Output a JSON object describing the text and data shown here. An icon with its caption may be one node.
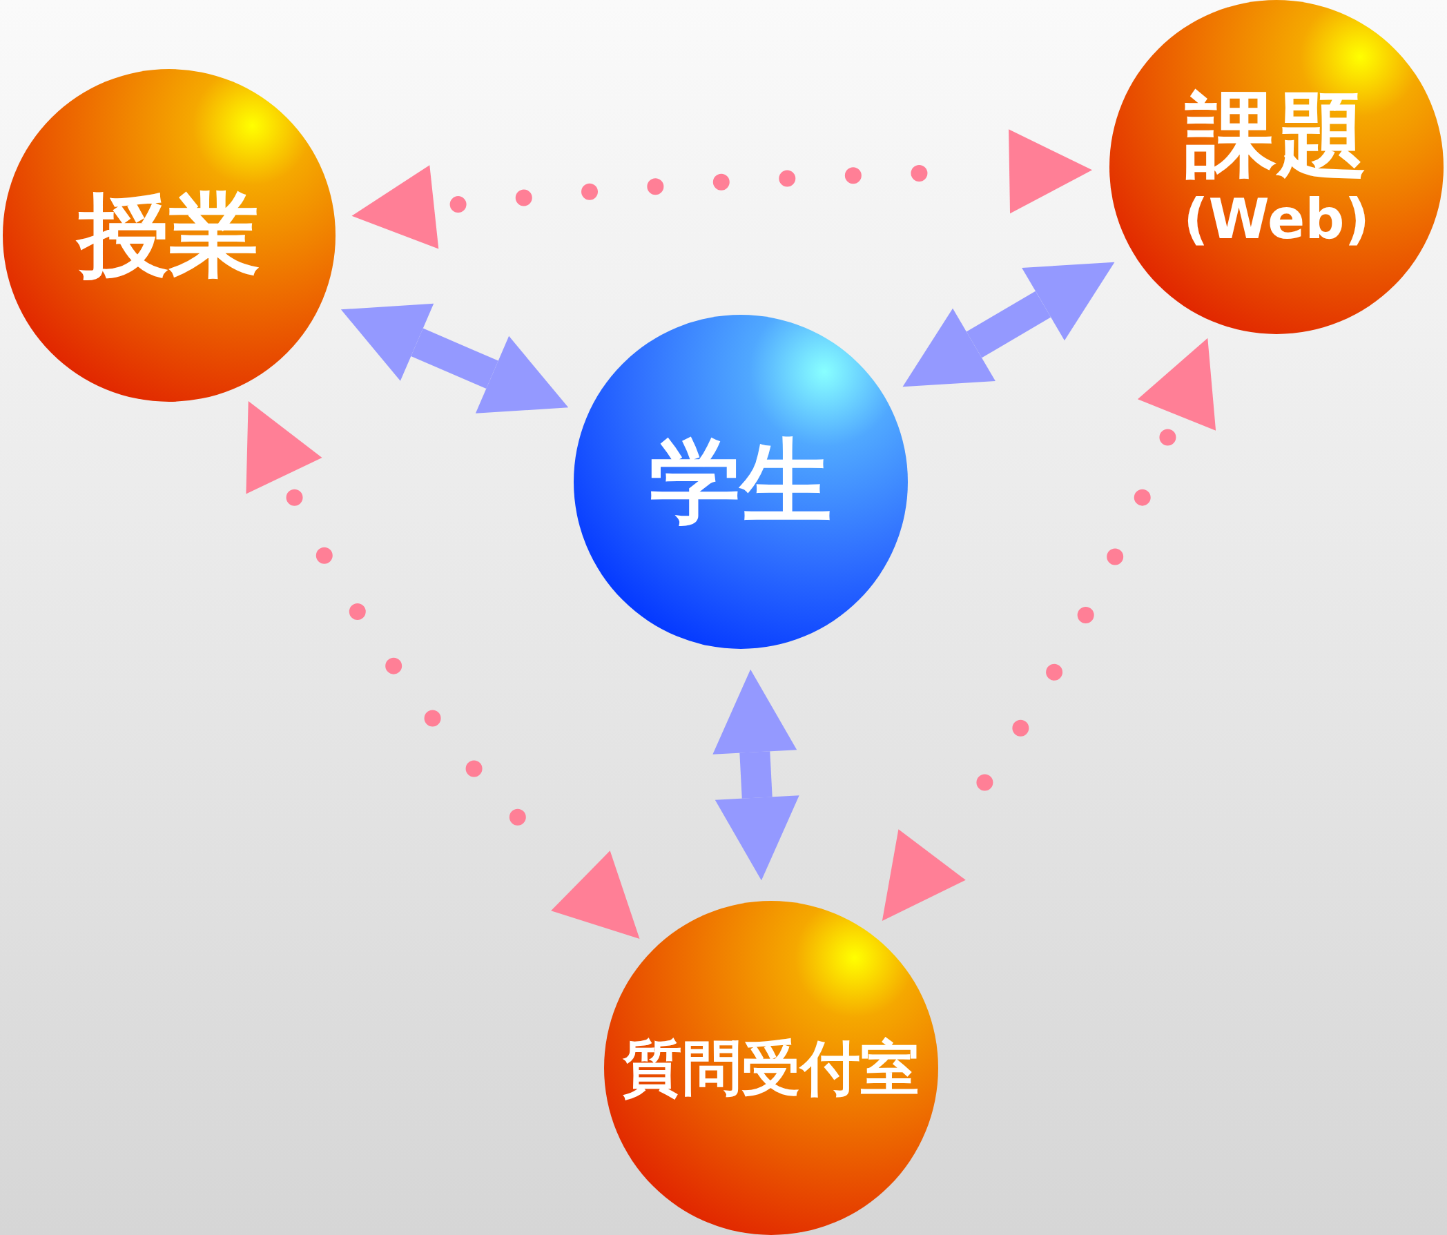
{
  "diagram": {
    "nodes": [
      {
        "text": [
          "授業"
        ]
      },
      {
        "text": [
          "課題",
          "(Web)"
        ]
      },
      {
        "text": [
          "学生"
        ]
      },
      {
        "text": [
          "質問受付室"
        ]
      }
    ],
    "edges": [
      {
        "from": 0,
        "to": 1,
        "arrow": "both",
        "style": "dashed",
        "color": "#ff7f96"
      },
      {
        "from": 0,
        "to": 2,
        "arrow": "both",
        "style": "thick",
        "color": "#9499ff"
      },
      {
        "from": 1,
        "to": 2,
        "arrow": "both",
        "style": "thick",
        "color": "#9499ff"
      },
      {
        "from": 2,
        "to": 3,
        "arrow": "both",
        "style": "thick",
        "color": "#9499ff"
      },
      {
        "from": 0,
        "to": 3,
        "arrow": "both",
        "style": "dashed",
        "color": "#ff7f96"
      },
      {
        "from": 1,
        "to": 3,
        "arrow": "both",
        "style": "dashed",
        "color": "#ff7f96"
      }
    ]
  }
}
